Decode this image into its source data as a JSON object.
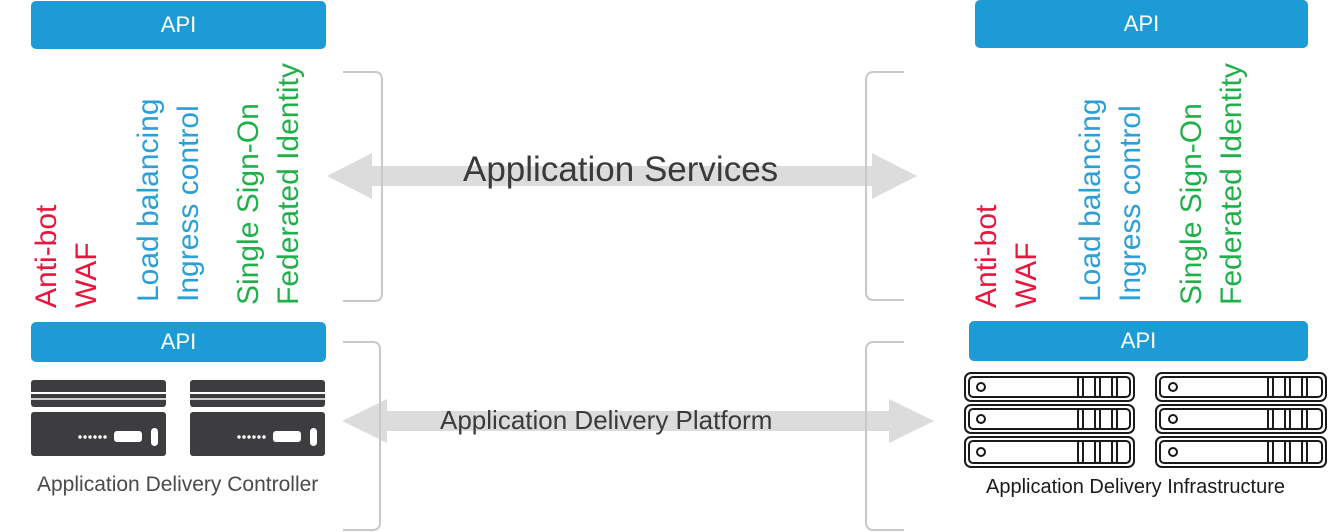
{
  "api_label": "API",
  "services": [
    "Anti-bot",
    "WAF",
    "Load balancing",
    "Ingress control",
    "Single Sign-On",
    "Federated Identity"
  ],
  "arrows": {
    "top": "Application Services",
    "bottom": "Application Delivery Platform"
  },
  "left_caption": "Application Delivery Controller",
  "right_caption": "Application Delivery Infrastructure",
  "colors": {
    "api_blue": "#1d9bd7",
    "red": "#e8163d",
    "blue": "#2a9fd8",
    "green": "#1fb04a",
    "arrow_gray": "#dcdcdc",
    "device_dark": "#3d3d3f"
  }
}
